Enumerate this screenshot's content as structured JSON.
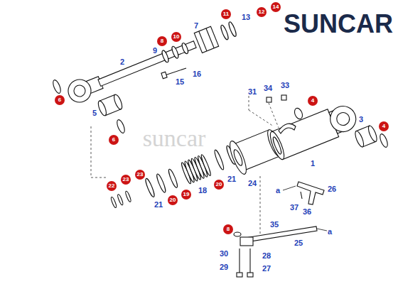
{
  "diagram": {
    "labels": [
      "SUNCAR",
      "14",
      "12",
      "13",
      "11",
      "10",
      "7",
      "8",
      "9",
      "2",
      "16",
      "15",
      "31",
      "34",
      "33",
      "6",
      "4",
      "5",
      "3",
      "4",
      "6",
      "suncar",
      "1",
      "24",
      "23",
      "23",
      "21",
      "22",
      "20",
      "26",
      "a",
      "18",
      "19",
      "20",
      "21",
      "37",
      "36",
      "35",
      "8",
      "a",
      "25",
      "30",
      "28",
      "29",
      "27"
    ]
  }
}
